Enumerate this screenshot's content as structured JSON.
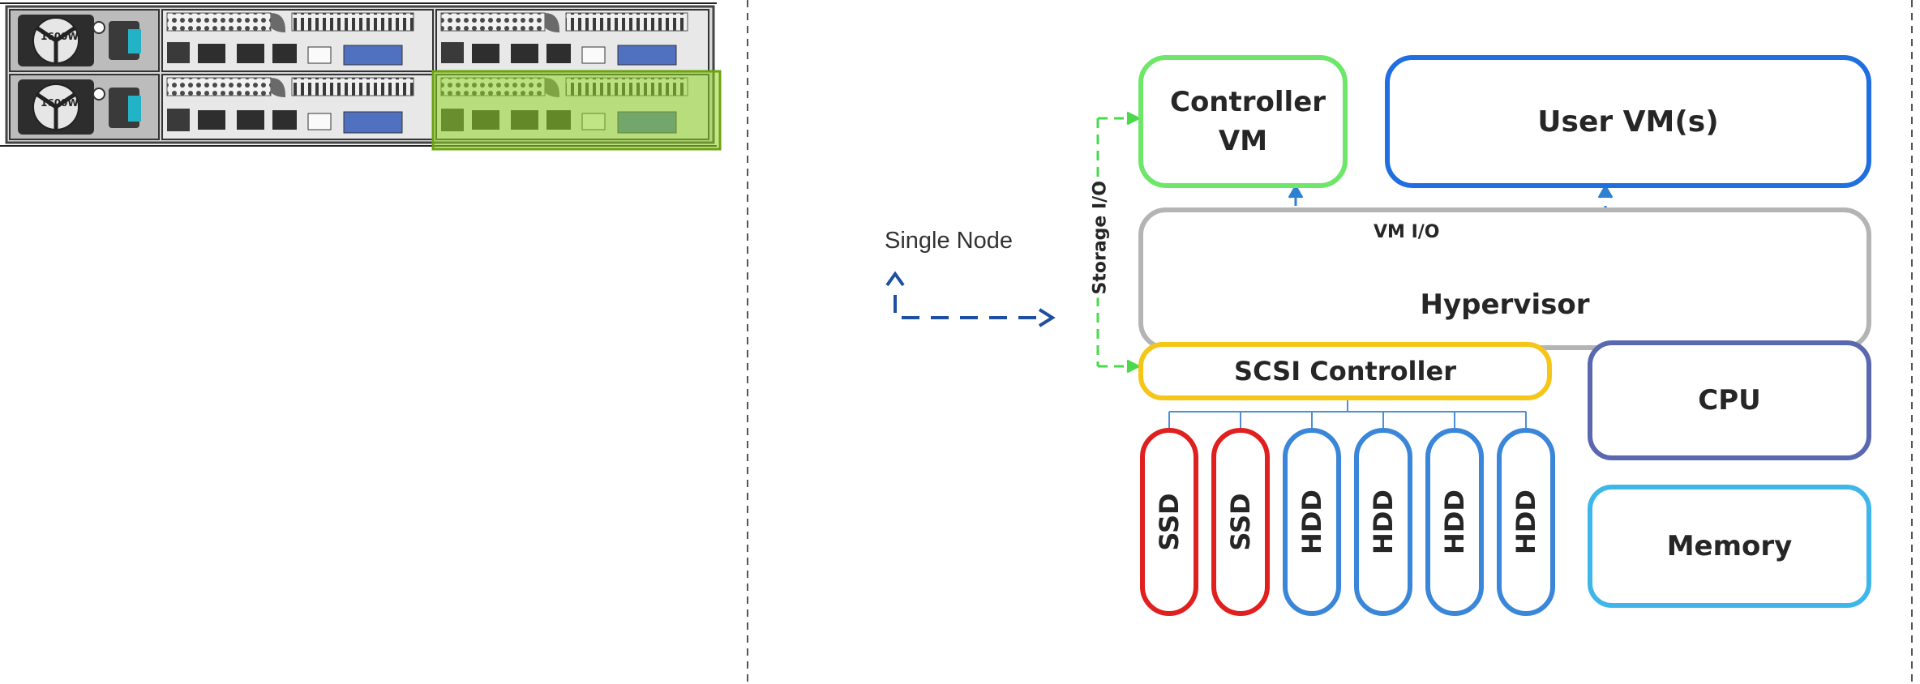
{
  "colors": {
    "controller_vm": "#6ee66a",
    "user_vm": "#1f6fe0",
    "hypervisor": "#b4b4b4",
    "scsi_controller": "#f5c518",
    "cpu": "#5a68b0",
    "memory": "#3fb6ea",
    "ssd": "#e01f1f",
    "hdd": "#3a86d9",
    "storage_io": "#4bd94b",
    "vm_io": "#2f80d0",
    "node_link": "#1f4fa0",
    "highlight": "#8fd424",
    "server_chassis": "#d9d9d9"
  },
  "server": {
    "psu_top_label": "1600W",
    "psu_bottom_label": "1600W",
    "caption": "Single Node"
  },
  "architecture": {
    "controller_vm": "Controller VM",
    "user_vms": "User VM(s)",
    "vm_io": "VM I/O",
    "hypervisor": "Hypervisor",
    "storage_io": "Storage I/O",
    "scsi_controller": "SCSI Controller",
    "cpu": "CPU",
    "memory": "Memory",
    "disks": [
      {
        "label": "SSD",
        "kind": "ssd"
      },
      {
        "label": "SSD",
        "kind": "ssd"
      },
      {
        "label": "HDD",
        "kind": "hdd"
      },
      {
        "label": "HDD",
        "kind": "hdd"
      },
      {
        "label": "HDD",
        "kind": "hdd"
      },
      {
        "label": "HDD",
        "kind": "hdd"
      }
    ]
  }
}
